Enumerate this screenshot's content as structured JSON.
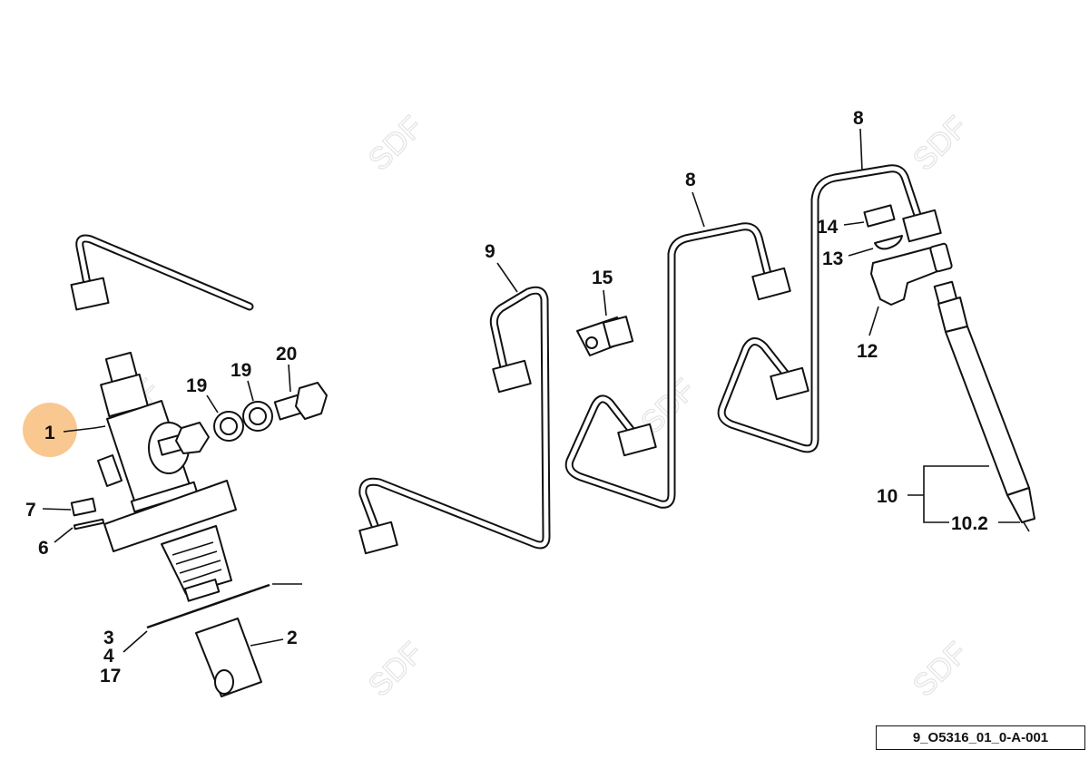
{
  "diagram": {
    "reference_code": "9_O5316_01_0-A-001",
    "watermark": "SDF",
    "highlight_color": "#f9c890",
    "callouts": {
      "c1": "1",
      "c2": "2",
      "c3": "3",
      "c4": "4",
      "c17": "17",
      "c6": "6",
      "c7": "7",
      "c19a": "19",
      "c19b": "19",
      "c20": "20",
      "c9": "9",
      "c15": "15",
      "c8a": "8",
      "c8b": "8",
      "c14": "14",
      "c13": "13",
      "c12": "12",
      "c10": "10",
      "c10_2": "10.2"
    }
  }
}
